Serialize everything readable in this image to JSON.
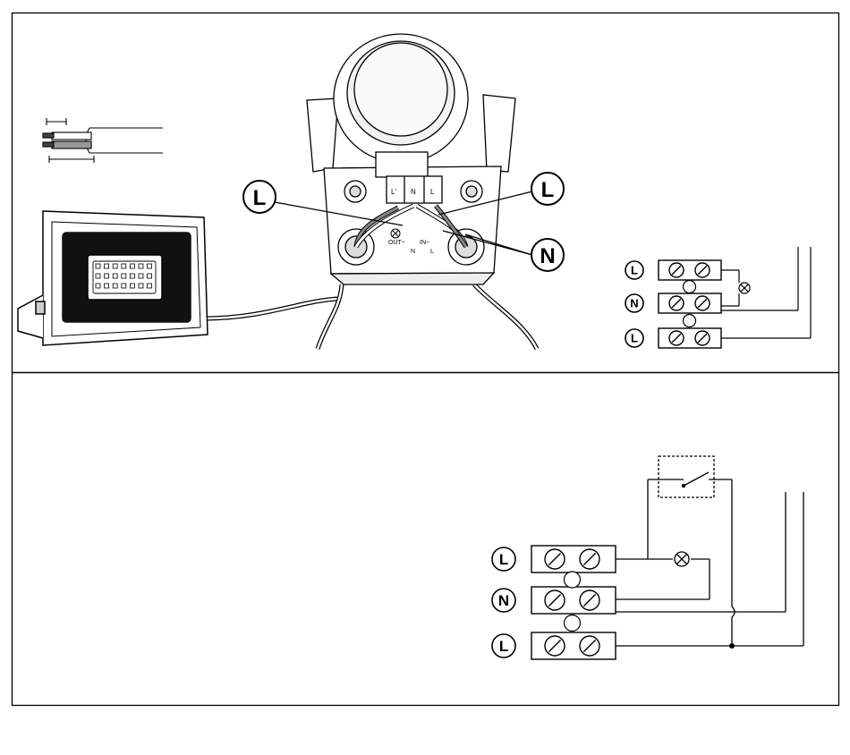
{
  "sensor_photo": {
    "callout_left": "L",
    "callout_right": "L",
    "callout_neutral": "N",
    "terminal_labels": [
      "L'",
      "N",
      "L"
    ],
    "board_texts": [
      "OUT~",
      "N",
      "IN~",
      "L"
    ]
  },
  "panel_top": {
    "terminal_rows": [
      "L",
      "N",
      "L"
    ]
  },
  "panel_bottom": {
    "terminal_rows": [
      "L",
      "N",
      "L"
    ]
  },
  "colors": {
    "line": "#000000",
    "fill": "#ffffff",
    "grey": "#888888"
  }
}
